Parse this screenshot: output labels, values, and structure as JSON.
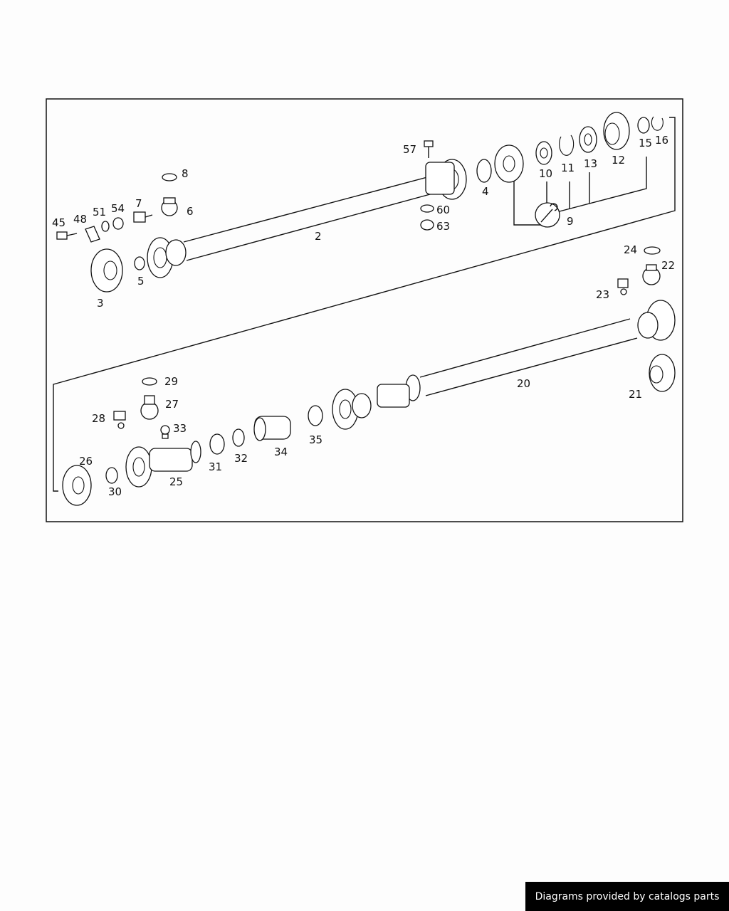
{
  "diagram": {
    "callouts": {
      "p2": "2",
      "p3": "3",
      "p4": "4",
      "p5": "5",
      "p6": "6",
      "p7": "7",
      "p8": "8",
      "p9": "9",
      "p10": "10",
      "p11": "11",
      "p12": "12",
      "p13": "13",
      "p15": "15",
      "p16": "16",
      "p20": "20",
      "p21": "21",
      "p22": "22",
      "p23": "23",
      "p24": "24",
      "p25": "25",
      "p26": "26",
      "p27": "27",
      "p28": "28",
      "p29": "29",
      "p30": "30",
      "p31": "31",
      "p32": "32",
      "p33": "33",
      "p34": "34",
      "p35": "35",
      "p45": "45",
      "p48": "48",
      "p51": "51",
      "p54": "54",
      "p57": "57",
      "p60": "60",
      "p63": "63"
    }
  },
  "footer": {
    "credit": "Diagrams provided by catalogs parts"
  }
}
